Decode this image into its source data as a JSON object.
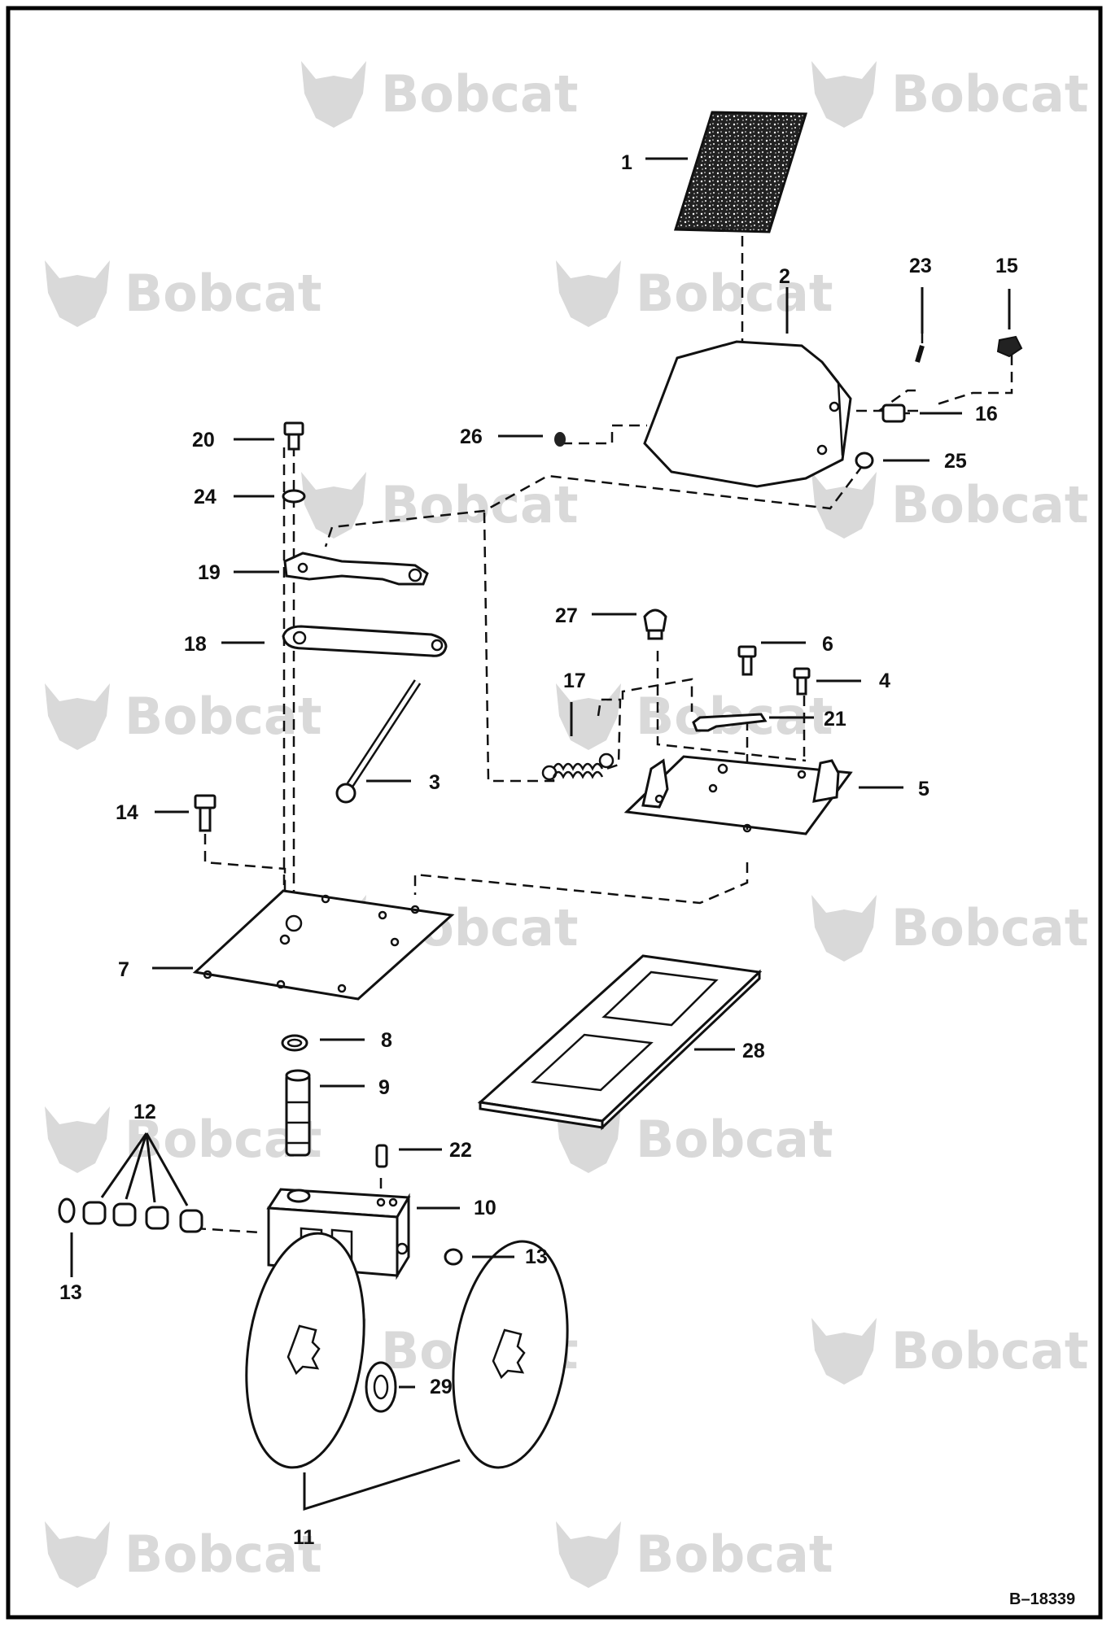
{
  "watermark": {
    "brand": "Bobcat",
    "mark": "®"
  },
  "figure_id": "B–18339",
  "callouts": [
    "1",
    "2",
    "3",
    "4",
    "5",
    "6",
    "7",
    "8",
    "9",
    "10",
    "11",
    "12",
    "13",
    "13",
    "14",
    "15",
    "16",
    "17",
    "18",
    "19",
    "20",
    "21",
    "22",
    "23",
    "24",
    "25",
    "26",
    "27",
    "28",
    "29"
  ]
}
